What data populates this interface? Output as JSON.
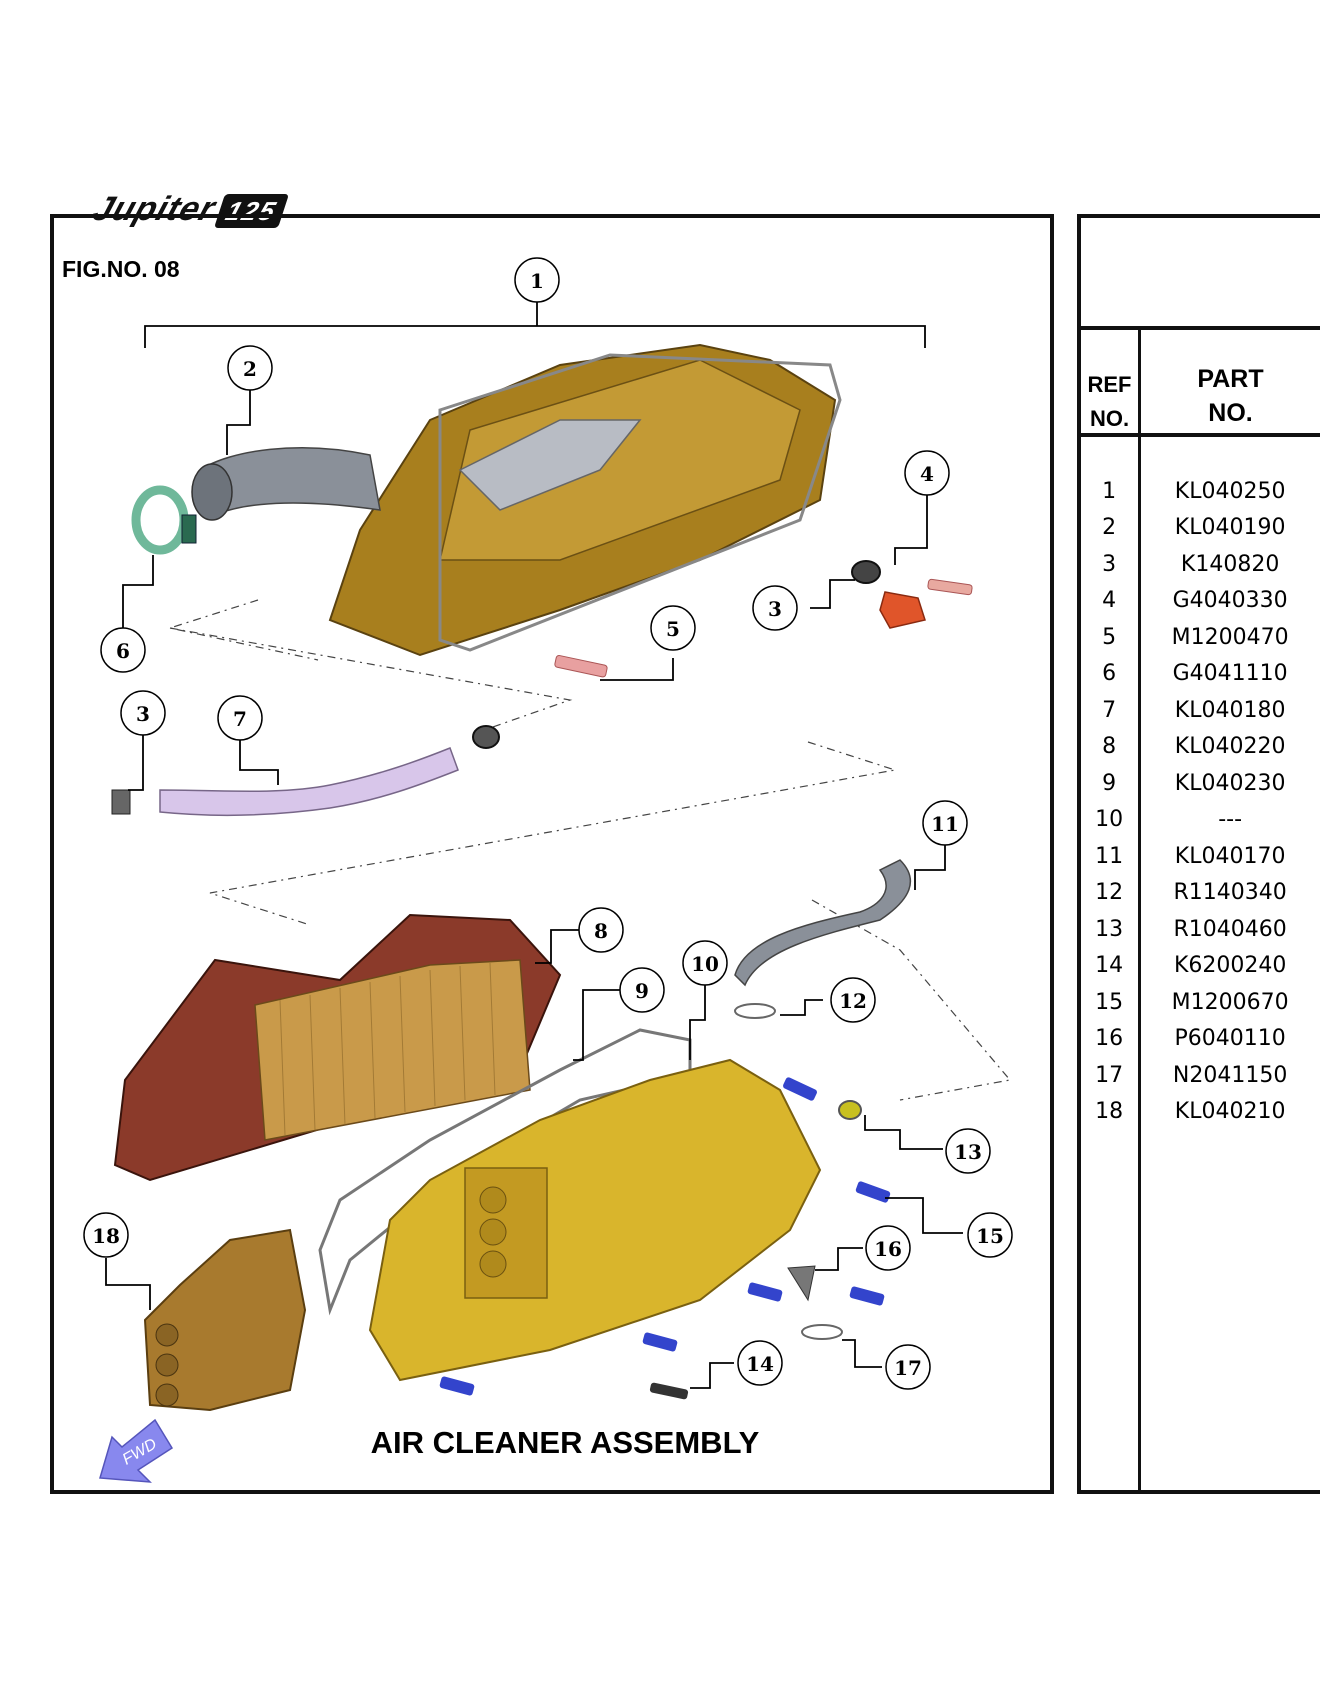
{
  "header": {
    "logo_text": "Jupiter",
    "logo_number": "125",
    "fig_no": "FIG.NO. 08"
  },
  "diagram": {
    "caption": "AIR CLEANER ASSEMBLY",
    "fwd_label": "FWD",
    "callouts": [
      "1",
      "2",
      "3",
      "4",
      "5",
      "6",
      "3",
      "7",
      "8",
      "9",
      "10",
      "11",
      "12",
      "13",
      "14",
      "15",
      "16",
      "17",
      "18"
    ]
  },
  "parts_table": {
    "col_ref": "REF NO.",
    "col_ref_line1": "REF",
    "col_ref_line2": "NO.",
    "col_part_line1": "PART",
    "col_part_line2": "NO.",
    "rows": [
      {
        "ref": "1",
        "part": "KL040250"
      },
      {
        "ref": "2",
        "part": "KL040190"
      },
      {
        "ref": "3",
        "part": "K140820"
      },
      {
        "ref": "4",
        "part": "G4040330"
      },
      {
        "ref": "5",
        "part": "M1200470"
      },
      {
        "ref": "6",
        "part": "G4041110"
      },
      {
        "ref": "7",
        "part": "KL040180"
      },
      {
        "ref": "8",
        "part": "KL040220"
      },
      {
        "ref": "9",
        "part": "KL040230"
      },
      {
        "ref": "10",
        "part": "---"
      },
      {
        "ref": "11",
        "part": "KL040170"
      },
      {
        "ref": "12",
        "part": "R1140340"
      },
      {
        "ref": "13",
        "part": "R1040460"
      },
      {
        "ref": "14",
        "part": "K6200240"
      },
      {
        "ref": "15",
        "part": "M1200670"
      },
      {
        "ref": "16",
        "part": "P6040110"
      },
      {
        "ref": "17",
        "part": "N2041150"
      },
      {
        "ref": "18",
        "part": "KL040210"
      }
    ]
  },
  "colors": {
    "case_cover": "#a87f1e",
    "case_body": "#d9b52c",
    "filter_frame": "#8b3a2a",
    "filter_media": "#c99a4a",
    "duct": "#8a9099",
    "tube_pink": "#d8c6ea",
    "drain_plug": "#e0552a",
    "screw_blue": "#3344cc",
    "fwd_arrow": "#8888ee"
  }
}
